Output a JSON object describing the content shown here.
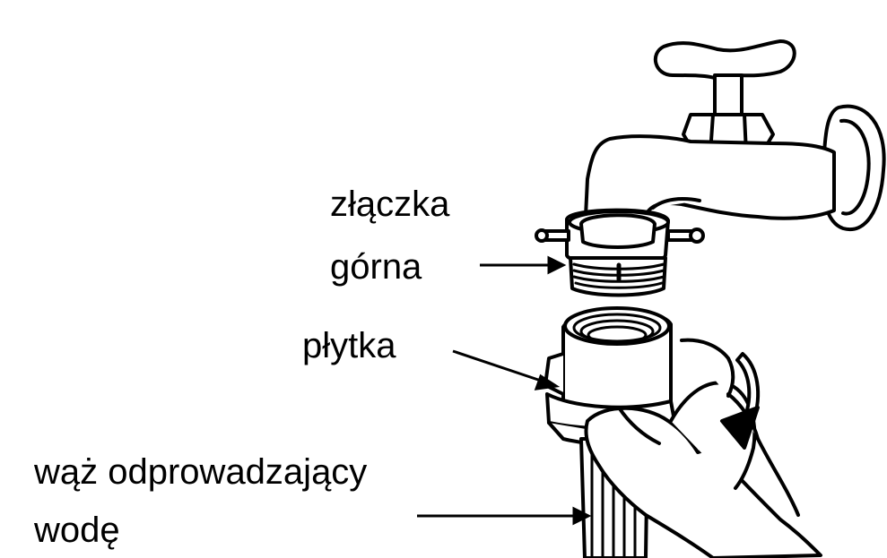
{
  "labels": {
    "upper_connector_line1": "złączka",
    "upper_connector_line2": "górna",
    "plate": "płytka",
    "drain_hose_line1": "wąż odprowadzający",
    "drain_hose_line2": "wodę"
  },
  "colors": {
    "ink": "#000000",
    "paper": "#ffffff"
  }
}
